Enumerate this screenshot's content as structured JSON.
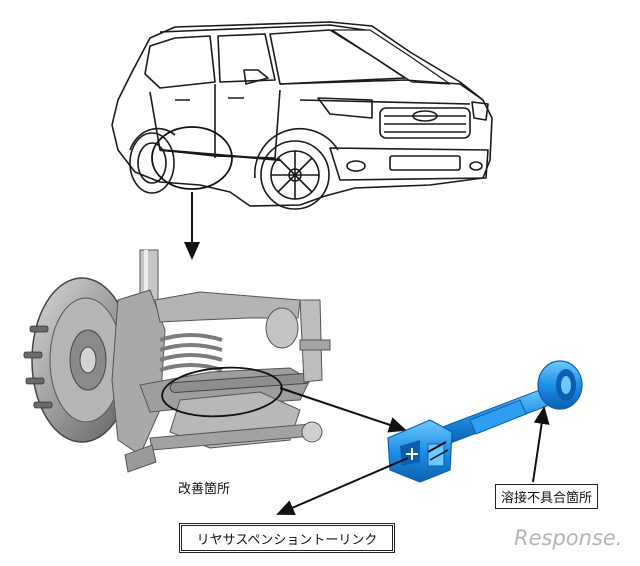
{
  "labels": {
    "improvement_location": "改善箇所",
    "weld_defect_location": "溶接不具合箇所",
    "part_name": "リヤサスペンショントーリンク"
  },
  "watermark": {
    "text": "Response."
  },
  "colors": {
    "part_highlight": "#1e90e8",
    "part_shadow": "#0b5fae",
    "line_art": "#1a1a1a",
    "photo_gray": "#9a9a9a"
  }
}
